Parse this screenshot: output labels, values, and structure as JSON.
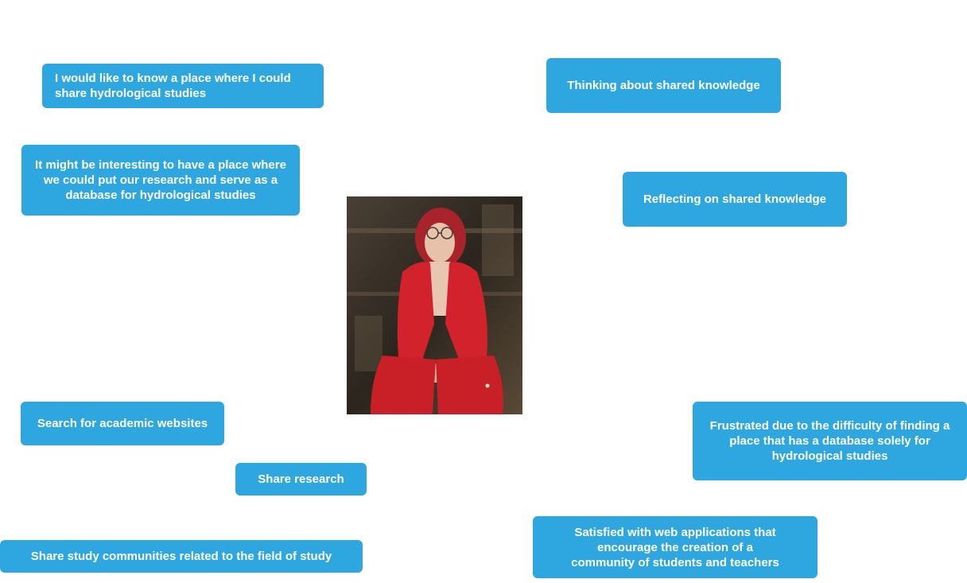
{
  "notes": {
    "share_place": "I would like to know a place where I could share hydrological studies",
    "database_place": "It might be interesting to have a place where we could put our research and serve as a database for hydrological studies",
    "search_academic": "Search for academic websites",
    "share_research": "Share research",
    "share_communities": "Share study communities related to the field of study",
    "thinking": "Thinking about shared knowledge",
    "reflecting": "Reflecting on shared knowledge",
    "frustrated": "Frustrated due to the difficulty of finding a place that has a database solely for hydrological studies",
    "satisfied": "Satisfied with web applications that encourage the creation of a community of students and teachers"
  },
  "colors": {
    "note_background": "#2ea6df",
    "note_text": "#ffffff"
  },
  "photo": {
    "subject": "persona-portrait"
  }
}
